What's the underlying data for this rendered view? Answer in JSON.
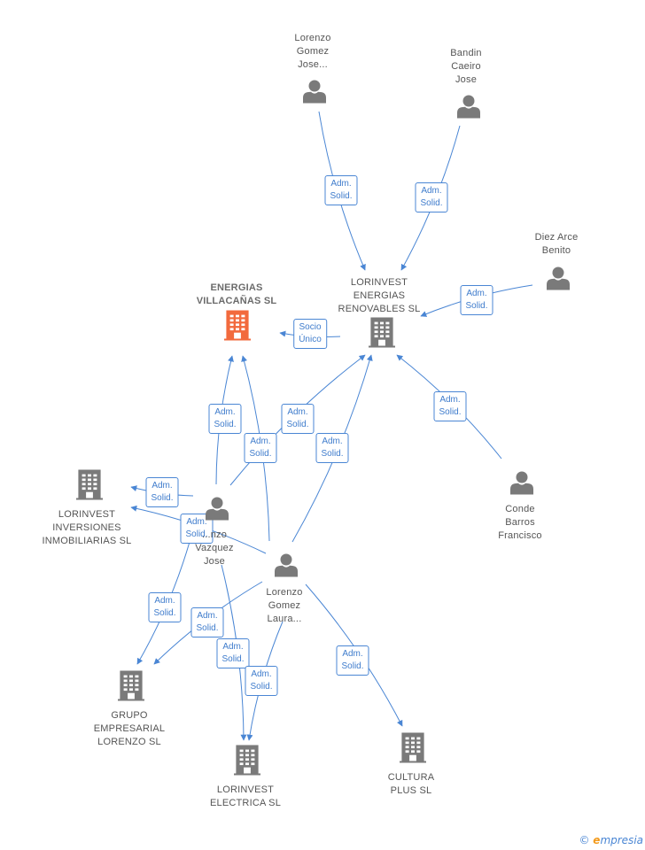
{
  "colors": {
    "edge": "#4a86d4",
    "company": "#7a7a7a",
    "company_main": "#f26a3d",
    "person": "#7a7a7a"
  },
  "nodes": [
    {
      "id": "lorenzo_gomez_jose",
      "type": "person",
      "lines": [
        "Lorenzo",
        "Gomez",
        "Jose..."
      ]
    },
    {
      "id": "bandin_caeiro_jose",
      "type": "person",
      "lines": [
        "Bandin",
        "Caeiro",
        "Jose"
      ]
    },
    {
      "id": "diez_arce_benito",
      "type": "person",
      "lines": [
        "Diez Arce",
        "Benito"
      ]
    },
    {
      "id": "energias_villacanas",
      "type": "company_main",
      "lines": [
        "ENERGIAS",
        "VILLACAÑAS SL"
      ]
    },
    {
      "id": "lorinvest_energias",
      "type": "company",
      "lines": [
        "LORINVEST",
        "ENERGIAS",
        "RENOVABLES SL"
      ]
    },
    {
      "id": "conde_barros",
      "type": "person",
      "lines": [
        "Conde",
        "Barros",
        "Francisco"
      ]
    },
    {
      "id": "lorinvest_inversiones",
      "type": "company",
      "lines": [
        "LORINVEST",
        "INVERSIONES",
        "INMOBILIARIAS SL"
      ]
    },
    {
      "id": "lorenzo_vazquez_jose",
      "type": "person",
      "lines": [
        "...nzo",
        "Vazquez",
        "Jose"
      ]
    },
    {
      "id": "lorenzo_gomez_laura",
      "type": "person",
      "lines": [
        "Lorenzo",
        "Gomez",
        "Laura..."
      ]
    },
    {
      "id": "grupo_empresarial",
      "type": "company",
      "lines": [
        "GRUPO",
        "EMPRESARIAL",
        "LORENZO SL"
      ]
    },
    {
      "id": "lorinvest_electrica",
      "type": "company",
      "lines": [
        "LORINVEST",
        "ELECTRICA SL"
      ]
    },
    {
      "id": "cultura_plus",
      "type": "company",
      "lines": [
        "CULTURA",
        "PLUS SL"
      ]
    }
  ],
  "edges": [
    {
      "from": "lorenzo_gomez_jose",
      "to": "lorinvest_energias",
      "lines": [
        "Adm.",
        "Solid."
      ]
    },
    {
      "from": "bandin_caeiro_jose",
      "to": "lorinvest_energias",
      "lines": [
        "Adm.",
        "Solid."
      ]
    },
    {
      "from": "diez_arce_benito",
      "to": "lorinvest_energias",
      "lines": [
        "Adm.",
        "Solid."
      ]
    },
    {
      "from": "lorinvest_energias",
      "to": "energias_villacanas",
      "lines": [
        "Socio",
        "Único"
      ]
    },
    {
      "from": "conde_barros",
      "to": "lorinvest_energias",
      "lines": [
        "Adm.",
        "Solid."
      ]
    },
    {
      "from": "lorenzo_vazquez_jose",
      "to": "energias_villacanas",
      "lines": [
        "Adm.",
        "Solid."
      ]
    },
    {
      "from": "lorenzo_gomez_laura",
      "to": "energias_villacanas",
      "lines": [
        "Adm.",
        "Solid."
      ]
    },
    {
      "from": "lorenzo_vazquez_jose",
      "to": "lorinvest_energias",
      "lines": [
        "Adm.",
        "Solid."
      ]
    },
    {
      "from": "lorenzo_gomez_laura",
      "to": "lorinvest_energias",
      "lines": [
        "Adm.",
        "Solid."
      ]
    },
    {
      "from": "lorenzo_vazquez_jose",
      "to": "lorinvest_inversiones",
      "lines": [
        "Adm.",
        "Solid."
      ]
    },
    {
      "from": "lorenzo_gomez_laura",
      "to": "lorinvest_inversiones",
      "lines": [
        "Adm.",
        "Solid."
      ]
    },
    {
      "from": "lorenzo_vazquez_jose",
      "to": "grupo_empresarial",
      "lines": [
        "Adm.",
        "Solid."
      ]
    },
    {
      "from": "lorenzo_gomez_laura",
      "to": "grupo_empresarial",
      "lines": [
        "Adm.",
        "Solid."
      ]
    },
    {
      "from": "lorenzo_vazquez_jose",
      "to": "lorinvest_electrica",
      "lines": [
        "Adm.",
        "Solid."
      ]
    },
    {
      "from": "lorenzo_gomez_laura",
      "to": "lorinvest_electrica",
      "lines": [
        "Adm.",
        "Solid."
      ]
    },
    {
      "from": "lorenzo_gomez_laura",
      "to": "cultura_plus",
      "lines": [
        "Adm.",
        "Solid."
      ]
    }
  ],
  "footer": {
    "copyright": "©",
    "brand_initial": "e",
    "brand_rest": "mpresia"
  }
}
